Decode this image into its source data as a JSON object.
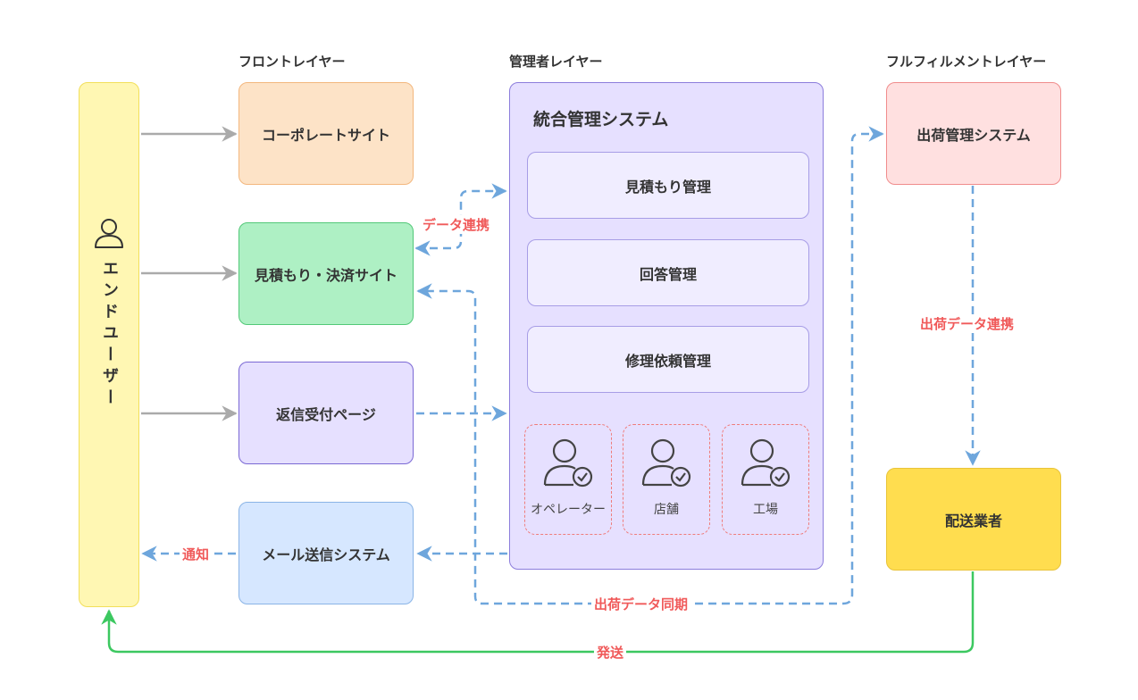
{
  "layers": {
    "front": "フロントレイヤー",
    "admin": "管理者レイヤー",
    "fulfillment": "フルフィルメントレイヤー"
  },
  "end_user": "エンドユーザー",
  "front": {
    "corporate": "コーポレートサイト",
    "quote_payment": "見積もり・決済サイト",
    "reply_page": "返信受付ページ",
    "mail_system": "メール送信システム"
  },
  "admin": {
    "system_title": "統合管理システム",
    "modules": [
      "見積もり管理",
      "回答管理",
      "修理依頼管理"
    ],
    "roles": [
      "オペレーター",
      "店舗",
      "工場"
    ]
  },
  "fulfillment": {
    "shipping_system": "出荷管理システム",
    "carrier": "配送業者"
  },
  "edges": {
    "data_link": "データ連携",
    "notify": "通知",
    "shipping_data_link": "出荷データ連携",
    "shipping_data_sync": "出荷データ同期",
    "ship": "発送"
  },
  "colors": {
    "end_user": "#fff7b3",
    "corporate": "#fde3c7",
    "quote_payment": "#aef0c4",
    "reply_page": "#e6e0ff",
    "mail_system": "#d6e7ff",
    "admin": "#e6e0ff",
    "shipping_system": "#ffe0e0",
    "carrier": "#ffdd4f",
    "arrow_gray": "#aaaaaa",
    "arrow_blue": "#6ea6dc",
    "arrow_green": "#3cc860",
    "label_red": "#f05a5a"
  }
}
